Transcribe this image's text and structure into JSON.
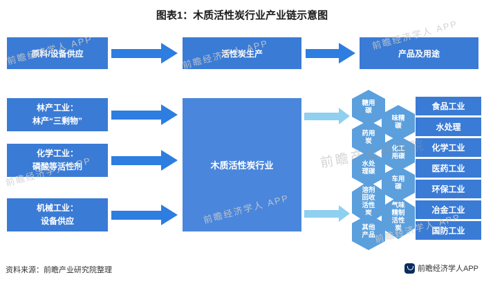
{
  "title": "图表1：木质活性炭行业产业链示意图",
  "top_row": {
    "supply": "原料/设备供应",
    "production": "活性炭生产",
    "products": "产品及用途"
  },
  "left_column": [
    {
      "line1": "林产工业：",
      "line2": "林产“三剩物”"
    },
    {
      "line1": "化学工业：",
      "line2": "磷酸等活性剂"
    },
    {
      "line1": "机械工业：",
      "line2": "设备供应"
    }
  ],
  "center_box": "木质活性炭行业",
  "hexagons": [
    "糖用碳",
    "味精碳",
    "药用炭",
    "化工用碳",
    "水处理碳",
    "车用碳",
    "溶剂回收活性炭",
    "气味精制活性炭",
    "其他产品"
  ],
  "right_column": [
    "食品工业",
    "水处理",
    "化学工业",
    "医药工业",
    "环保工业",
    "冶金工业",
    "国防工业"
  ],
  "watermark": {
    "small": "前瞻经济学人 APP",
    "big": "前瞻产业研究院"
  },
  "footer": {
    "source": "资料来源：前瞻产业研究院整理",
    "brand": "前瞻经济学人APP"
  },
  "colors": {
    "box_blue": "#3a7bd5",
    "center_blue": "#4a86db",
    "hexagon_blue": "#5b9fdd",
    "arrow_blue": "#2e7de0",
    "arrow_light_blue": "#8fd0f0"
  }
}
